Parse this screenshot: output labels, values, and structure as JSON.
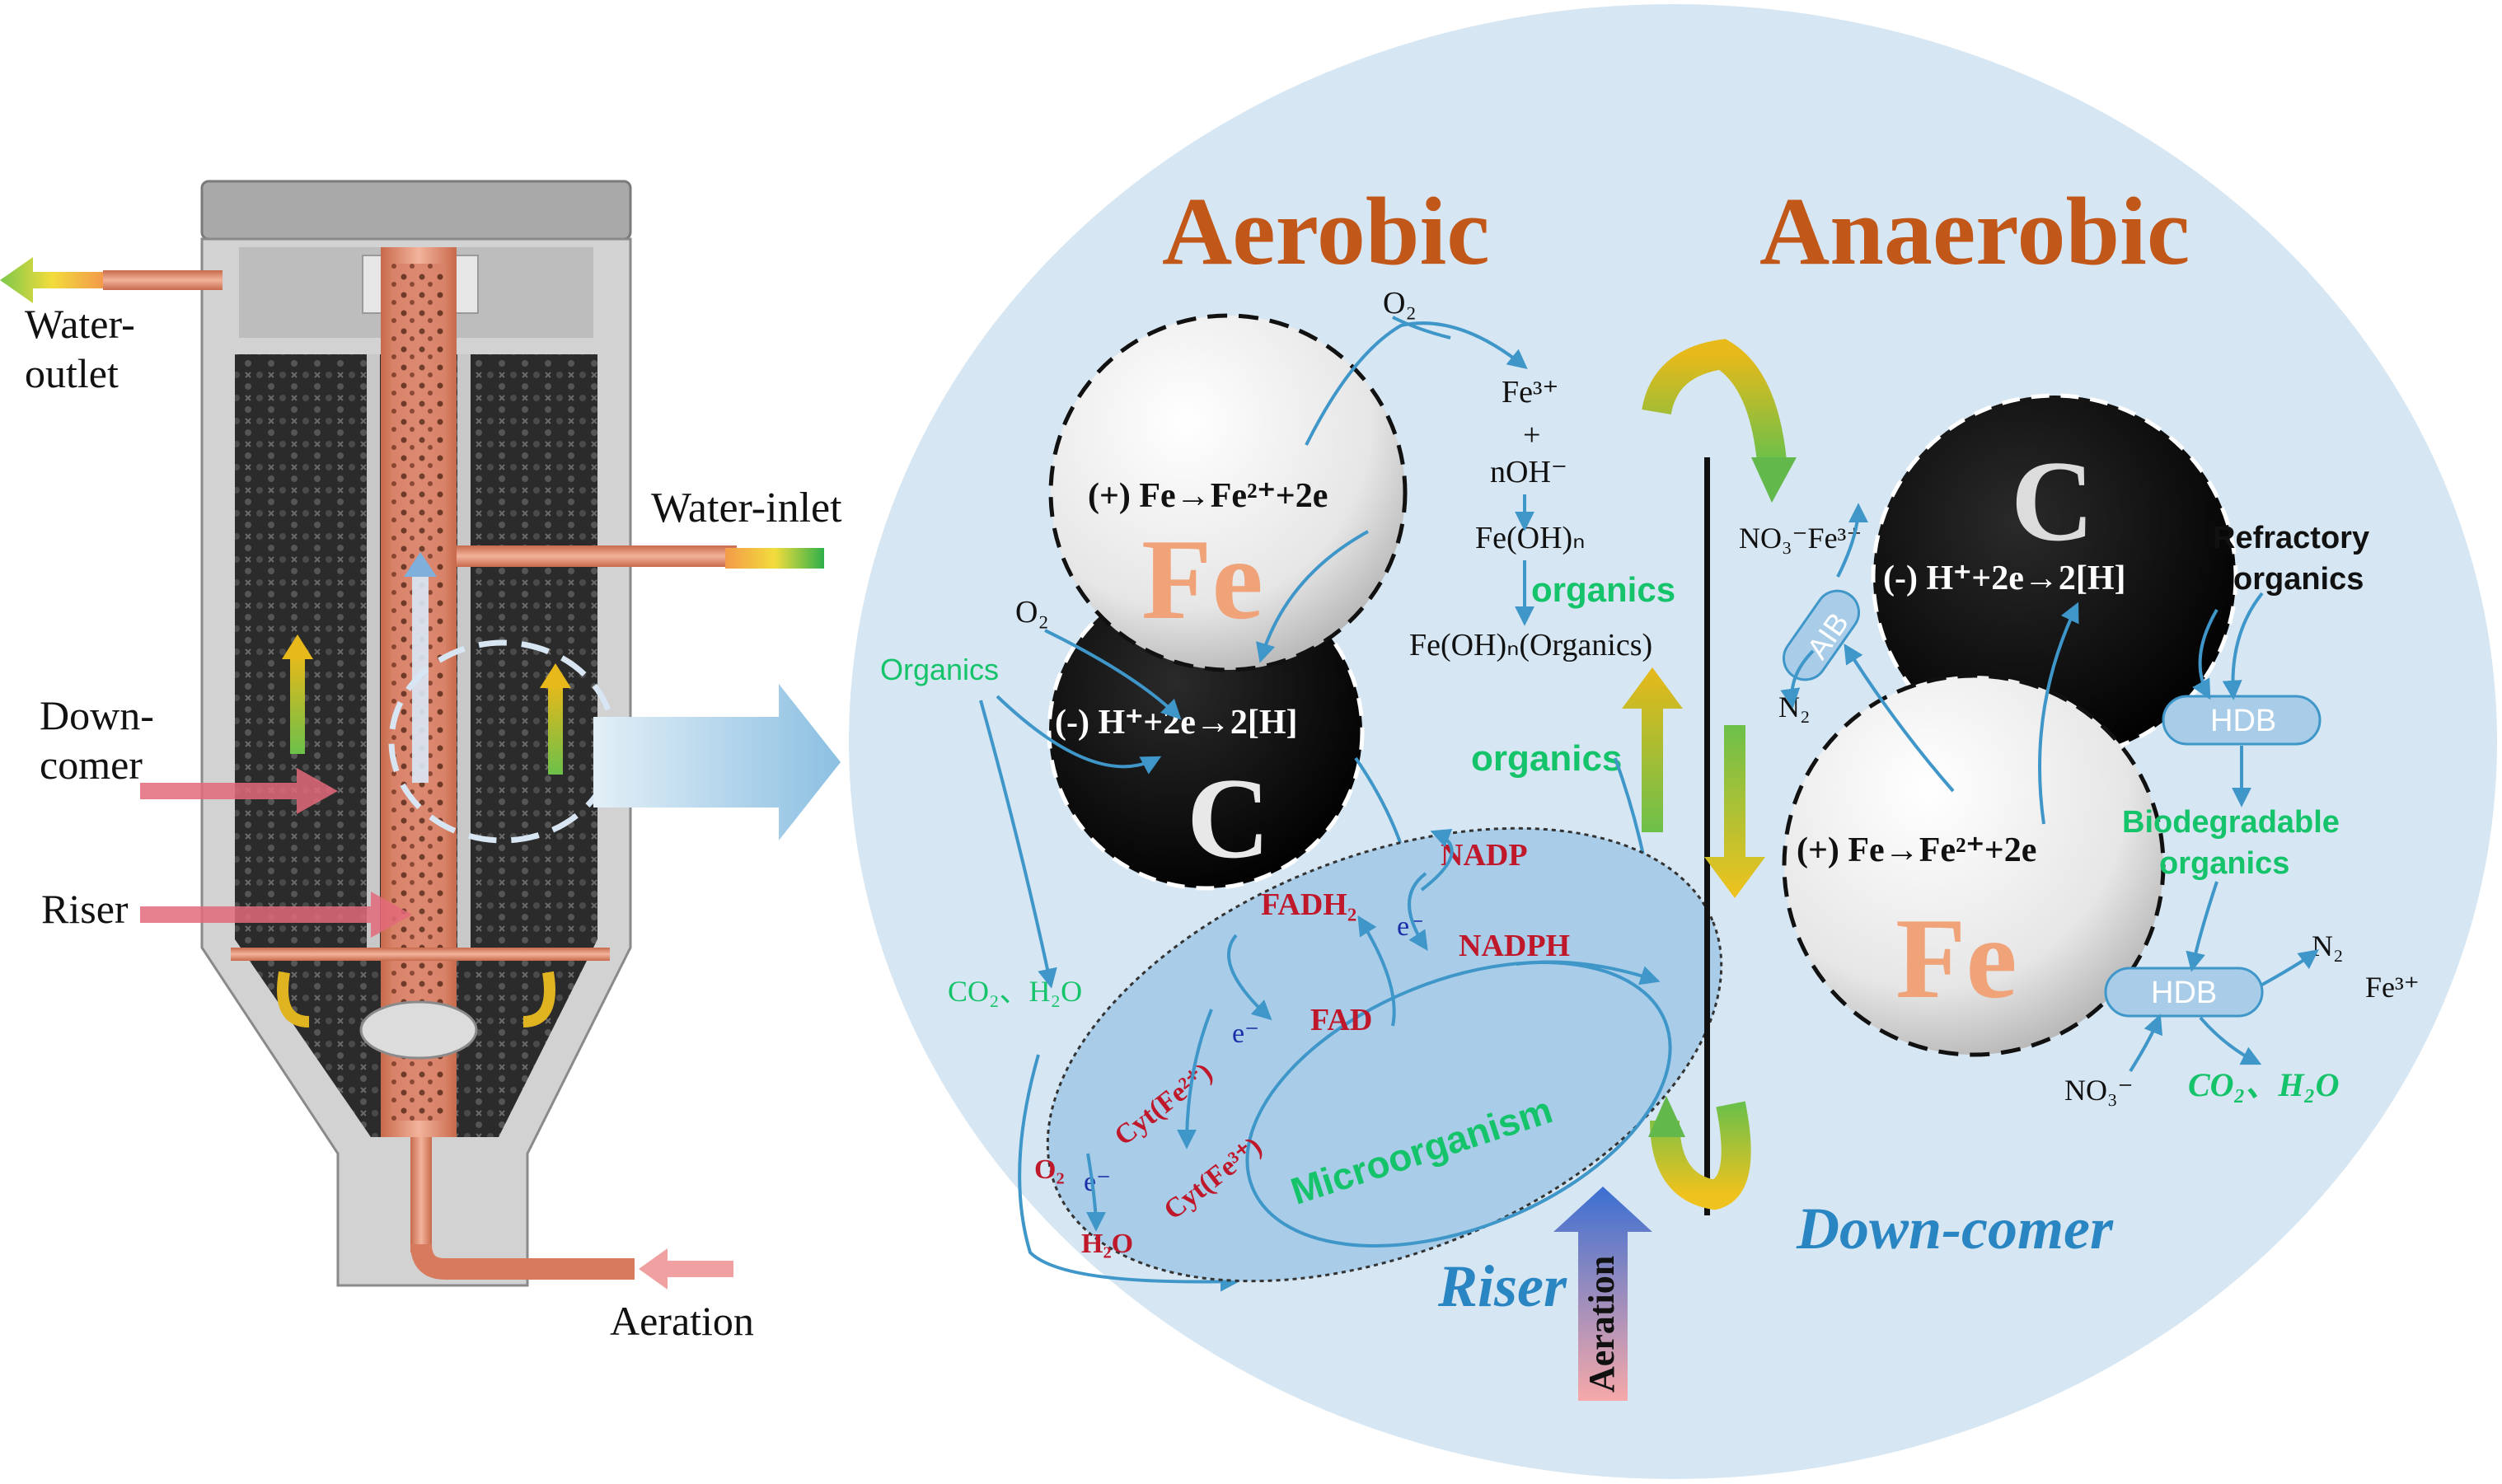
{
  "reactor": {
    "water_outlet": [
      "Water-",
      "outlet"
    ],
    "water_inlet": "Water-inlet",
    "down_comer": [
      "Down-",
      "comer"
    ],
    "riser": "Riser",
    "aeration": "Aeration"
  },
  "zones": {
    "aerobic": "Aerobic",
    "anaerobic": "Anaerobic",
    "riser": "Riser",
    "down_comer": "Down-comer",
    "aeration": "Aeration"
  },
  "aerobic": {
    "fe_label": "Fe",
    "c_label": "C",
    "fe_reaction": "(+) Fe→Fe²⁺+2e",
    "c_reaction": "(-) H⁺+2e→2[H]",
    "o2_top": "O₂",
    "o2_left": "O₂",
    "fe3": "Fe³⁺",
    "plus": "+",
    "noh": "nOH⁻",
    "feoh": "Fe(OH)ₙ",
    "organics_green": "organics",
    "feoh_org": "Fe(OH)ₙ(Organics)",
    "organics_left": "Organics",
    "co2_h2o": "CO₂、H₂O",
    "organics_mid": "organics"
  },
  "micro": {
    "label": "Microorganism",
    "nadp": "NADP",
    "nadph": "NADPH",
    "fadh2": "FADH₂",
    "fad": "FAD",
    "cyt2": "Cyt(Fe²⁺)",
    "cyt3": "Cyt(Fe³⁺)",
    "o2": "O₂",
    "h2o": "H₂O",
    "e1": "e⁻",
    "e2": "e⁻",
    "e3": "e⁻"
  },
  "anaerobic": {
    "c_label": "C",
    "fe_label": "Fe",
    "c_reaction": "(-) H⁺+2e→2[H]",
    "fe_reaction": "(+) Fe→Fe²⁺+2e",
    "no3_fe3": "NO₃⁻Fe³⁺",
    "aib": "AIB",
    "n2_left": "N₂",
    "refractory": [
      "Refractory",
      "organics"
    ],
    "hdb1": "HDB",
    "biodeg": [
      "Biodegradable",
      "organics"
    ],
    "hdb2": "HDB",
    "n2_right": "N₂",
    "fe3_right": "Fe³⁺",
    "no3_bottom": "NO₃⁻",
    "co2_h2o": "CO₂、H₂O"
  },
  "colors": {
    "title": "#c2571a",
    "zone_blue": "#2a86c2",
    "ellipse_bg": "#d6e6f2",
    "arrow_blue": "#3f96c9",
    "green_text": "#14c36a",
    "red_text": "#c0182b"
  }
}
